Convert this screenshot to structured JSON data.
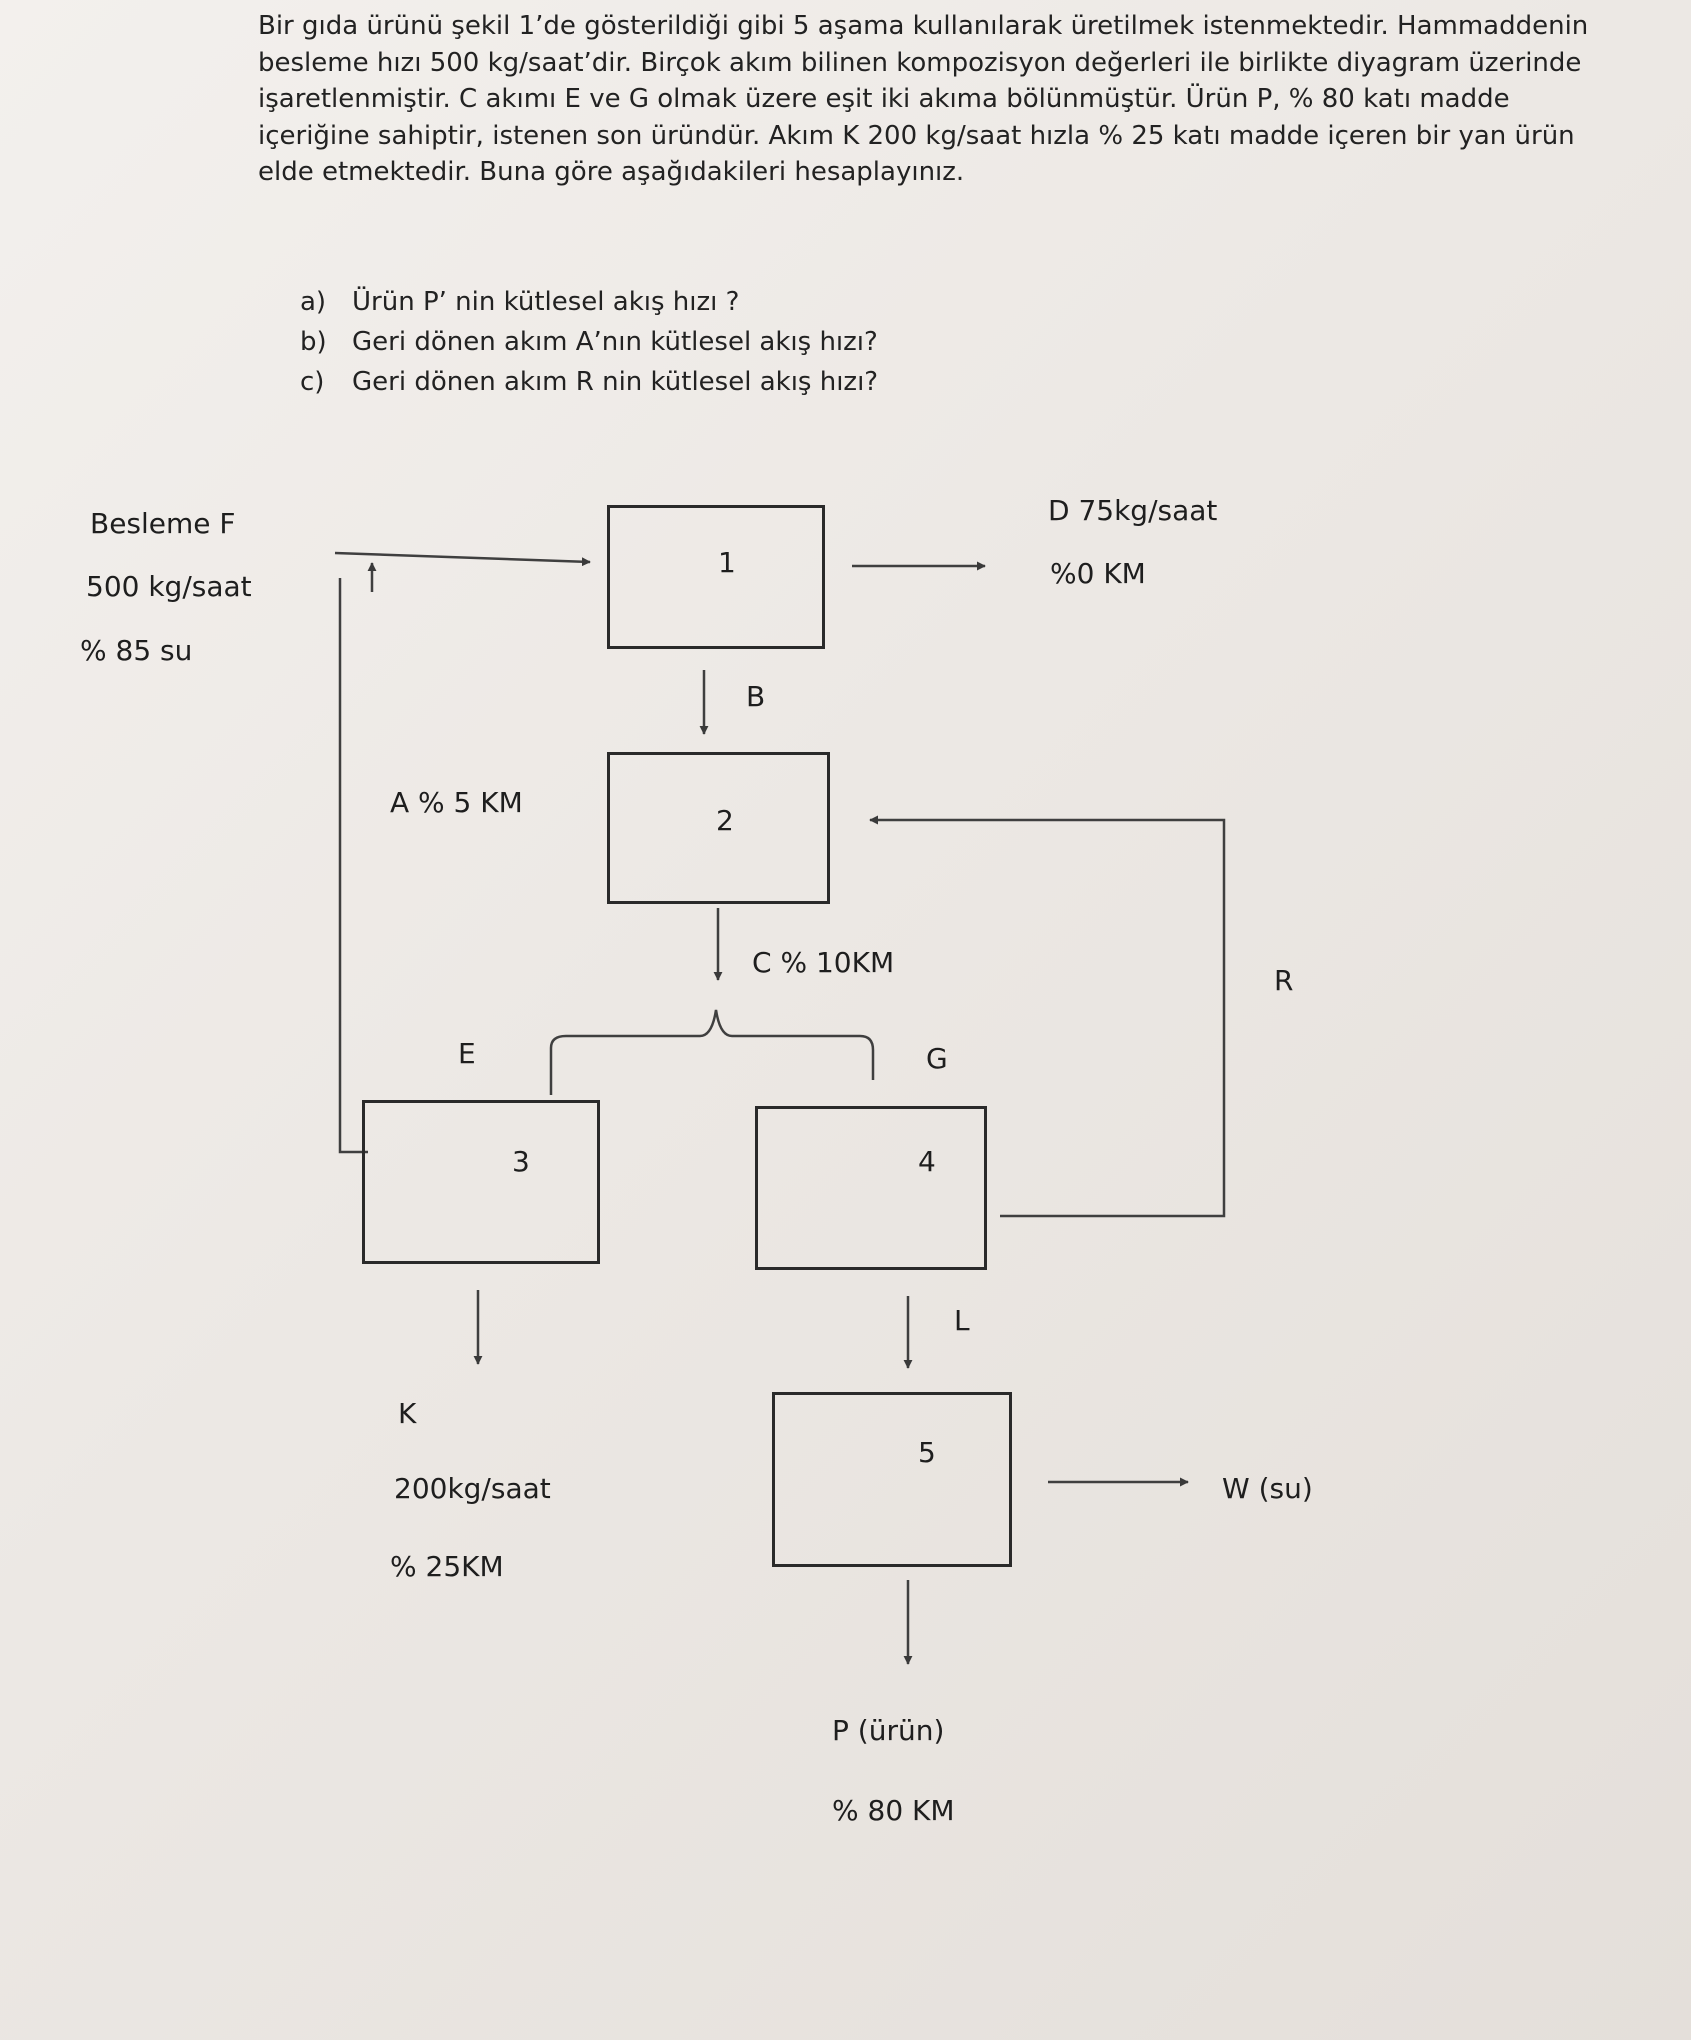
{
  "problem": {
    "intro": "Bir gıda ürünü şekil 1’de gösterildiği gibi 5 aşama kullanılarak üretilmek istenmektedir. Hammaddenin besleme hızı 500 kg/saat’dir. Birçok akım bilinen kompozisyon değerleri ile birlikte diyagram üzerinde işaretlenmiştir. C akımı E ve G olmak üzere eşit iki akıma bölünmüştür. Ürün P, % 80 katı madde içeriğine sahiptir, istenen son üründür. Akım K 200 kg/saat hızla % 25 katı madde içeren bir yan ürün elde etmektedir. Buna göre aşağıdakileri hesaplayınız.",
    "questions": [
      {
        "letter": "a)",
        "text": "Ürün P’ nin kütlesel akış hızı ?"
      },
      {
        "letter": "b)",
        "text": "Geri dönen akım A’nın kütlesel akış hızı?"
      },
      {
        "letter": "c)",
        "text": "Geri dönen akım R nin kütlesel akış hızı?"
      }
    ]
  },
  "diagram": {
    "feed": {
      "name": "Besleme F",
      "rate": "500 kg/saat",
      "composition": "% 85 su"
    },
    "stream_d": {
      "rate": "D 75kg/saat",
      "composition": "%0 KM"
    },
    "stream_b": "B",
    "stream_a": "A % 5 KM",
    "stream_c": "C % 10KM",
    "stream_e": "E",
    "stream_g": "G",
    "stream_r": "R",
    "stream_l": "L",
    "stream_k": {
      "name": "K",
      "rate": "200kg/saat",
      "composition": "% 25KM"
    },
    "stream_w": "W (su)",
    "product": {
      "name": "P (ürün)",
      "composition": "% 80 KM"
    },
    "units": [
      "1",
      "2",
      "3",
      "4",
      "5"
    ]
  }
}
